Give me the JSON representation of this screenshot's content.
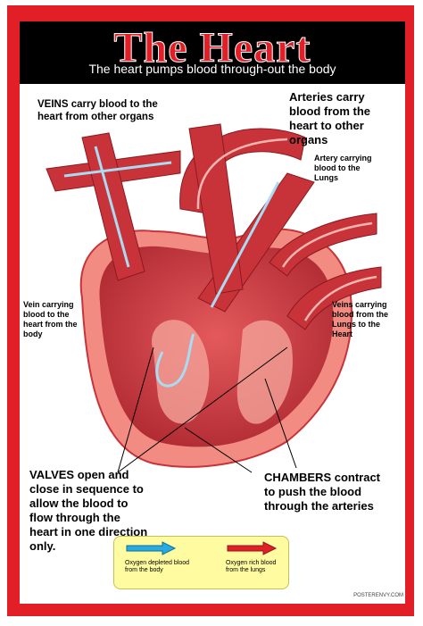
{
  "title": "The Heart",
  "subtitle": "The heart pumps blood through-out the body",
  "labels": {
    "veins": "VEINS carry blood to the heart from other organs",
    "arteries": "Arteries carry blood from the heart to other organs",
    "artery_lungs": "Artery carrying blood to the Lungs",
    "vein_body": "Vein carrying blood to the heart from the body",
    "veins_lungs": "Veins carrying blood from the Lungs to the Heart",
    "valves": "VALVES open and close in sequence to allow the blood to flow through the heart in one direction only.",
    "chambers": "CHAMBERS contract to push the blood through the arteries"
  },
  "legend": {
    "depleted": "Oxygen depleted blood from the body",
    "rich": "Oxygen rich blood from the lungs"
  },
  "credit": "POSTERENVY.COM",
  "colors": {
    "frame": "#e21e26",
    "title": "#e21e26",
    "heart": "#c8333a",
    "heart_light": "#f28b82",
    "legend_bg": "#fffba0",
    "depleted_arrow": "#29aae1",
    "rich_arrow": "#e21e26"
  }
}
